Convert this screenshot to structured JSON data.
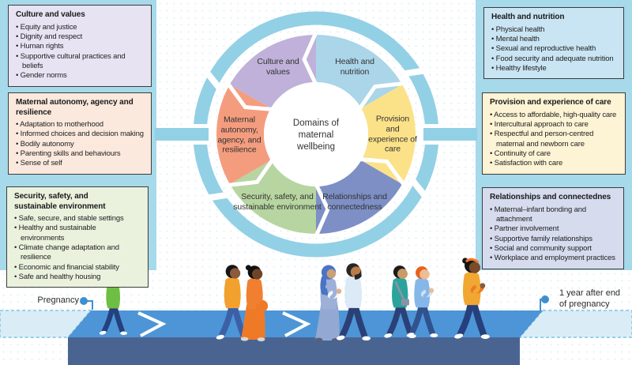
{
  "palette": {
    "panel_blue": "#a6d9ea",
    "ring_blue": "#92d0e5",
    "box_border": "#3c3c3c"
  },
  "left_boxes": [
    {
      "title": "Culture and values",
      "bg": "#e7e3f3",
      "bullets": [
        "Equity and justice",
        "Dignity and respect",
        "Human rights",
        "Supportive cultural practices and beliefs",
        "Gender norms"
      ]
    },
    {
      "title": "Maternal autonomy, agency and resilience",
      "bg": "#fbe9dd",
      "bullets": [
        "Adaptation to motherhood",
        "Informed choices and decision making",
        "Bodily autonomy",
        "Parenting skills and behaviours",
        "Sense of self"
      ]
    },
    {
      "title": "Security, safety, and sustainable environment",
      "bg": "#eaf2de",
      "bullets": [
        "Safe, secure, and stable settings",
        "Healthy and sustainable environments",
        "Climate change adaptation and resilience",
        "Economic and financial stability",
        "Safe and healthy housing"
      ]
    }
  ],
  "right_boxes": [
    {
      "title": "Health and nutrition",
      "bg": "#c9e4f3",
      "bullets": [
        "Physical health",
        "Mental health",
        "Sexual and reproductive health",
        "Food security and adequate nutrition",
        "Healthy lifestyle"
      ]
    },
    {
      "title": "Provision and experience of care",
      "bg": "#fdf3d5",
      "bullets": [
        "Access to affordable, high-quality care",
        "Intercultural approach to care",
        "Respectful and person-centred maternal and newborn care",
        "Continuity of care",
        "Satisfaction with care"
      ]
    },
    {
      "title": "Relationships and connectednes",
      "bg": "#d6dbee",
      "bullets": [
        "Maternal–infant bonding and attachment",
        "Partner involvement",
        "Supportive family relationships",
        "Social and community support",
        "Workplace and employment practices"
      ]
    }
  ],
  "wheel": {
    "center_label": "Domains of maternal wellbeing",
    "segments": [
      {
        "label": "Health and nutrition",
        "color": "#abd5e8",
        "start": 0
      },
      {
        "label": "Provision and experience of care",
        "color": "#fbe289",
        "start": 60
      },
      {
        "label": "Relationships and connectedness",
        "color": "#7d8fc5",
        "start": 120
      },
      {
        "label": "Security, safety, and sustainable environment",
        "color": "#b7d5a0",
        "start": 180
      },
      {
        "label": "Maternal autonomy, agency, and resilience",
        "color": "#f49d7e",
        "start": 240
      },
      {
        "label": "Culture and values",
        "color": "#bfb1d9",
        "start": 300
      }
    ]
  },
  "timeline": {
    "start_label": "Pregnancy",
    "end_label": "1 year after end of pregnancy",
    "walkway_top": "#4d95d6",
    "walkway_front": "#4a6492",
    "dashed_fill": "#daedf7",
    "dashed_border": "#7fc5e0",
    "marker_color": "#3e8fd0"
  }
}
